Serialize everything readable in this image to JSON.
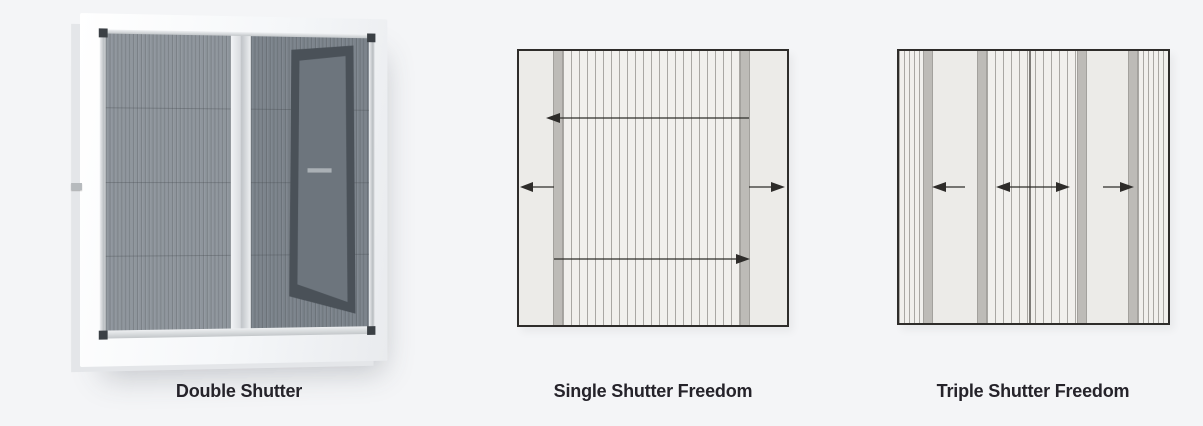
{
  "theme": {
    "page-bg": "#f4f5f7",
    "caption-color": "#25232a",
    "diagram-border": "#2e2c2a",
    "diagram-bg": "#ecebe8",
    "pleat-bg": "#f1f0ed",
    "pleat-line": "#a9a7a3",
    "rail-gray": "#bdbbb7",
    "arrow-color": "#2e2c2a",
    "frame-white": "#fafbfc",
    "mesh-left": "#8e959c",
    "mesh-right": "#7b838b",
    "sash-frame": "#4a5158"
  },
  "figures": [
    {
      "id": "double-shutter",
      "caption": "Double Shutter",
      "kind": "product-photo",
      "description_icons": [
        "pleated-mesh-screen",
        "open-casement-sash",
        "frame-handle"
      ]
    },
    {
      "id": "single-shutter-freedom",
      "caption": "Single Shutter Freedom",
      "kind": "diagram",
      "arrow_icons": [
        "arrow-left",
        "arrow-left",
        "arrow-right",
        "arrow-right"
      ]
    },
    {
      "id": "triple-shutter-freedom",
      "caption": "Triple Shutter Freedom",
      "kind": "diagram",
      "arrow_icons": [
        "arrow-left",
        "arrow-left-right",
        "arrow-right"
      ]
    }
  ]
}
